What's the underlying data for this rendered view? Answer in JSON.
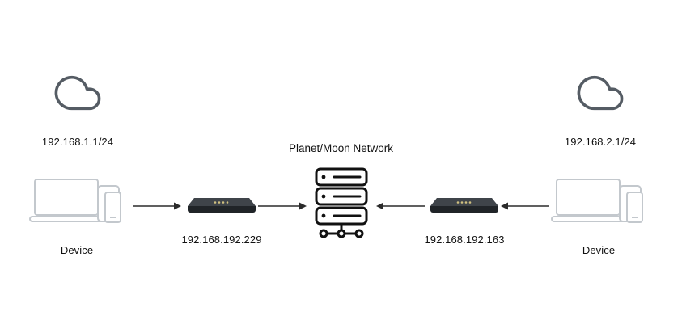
{
  "title": "Planet/Moon Network",
  "nodes": {
    "left_cloud": {
      "label": "192.168.1.1/24"
    },
    "right_cloud": {
      "label": "192.168.2.1/24"
    },
    "left_devices": {
      "label": "Device"
    },
    "left_router": {
      "label": "192.168.192.229"
    },
    "right_router": {
      "label": "192.168.192.163"
    },
    "right_devices": {
      "label": "Device"
    }
  },
  "colors": {
    "background": "#ffffff",
    "text": "#111111",
    "cloud": "#555c64",
    "device": "#c3c8cd",
    "router_top": "#3f444a",
    "router_front": "#202428",
    "router_led": "#d0c080",
    "server": "#111111",
    "arrow": "#2b2b2b"
  }
}
